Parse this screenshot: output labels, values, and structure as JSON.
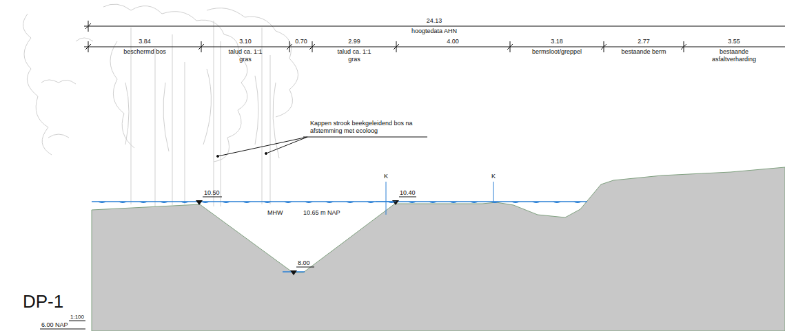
{
  "diagram": {
    "title": "DP-1",
    "labels": [
      "24.13",
      "hoogtedata AHN",
      "3.84",
      "beschermd bos",
      "3.10",
      "talud ca. 1:1 gras",
      "0.70",
      "2.99",
      "talud ca. 1:1 gras",
      "4.00",
      "3.18",
      "bermsloot/greppel",
      "2.77",
      "bestaande berm",
      "3.55",
      "bestaande asfaltverharding",
      "Kappen strook beekgeleidend bos na afstemming met ecoloog",
      "K",
      "K",
      "10.50",
      "MHW",
      "10.65 m NAP",
      "10.40",
      "8.00",
      "1:100",
      "6.00 NAP"
    ]
  }
}
